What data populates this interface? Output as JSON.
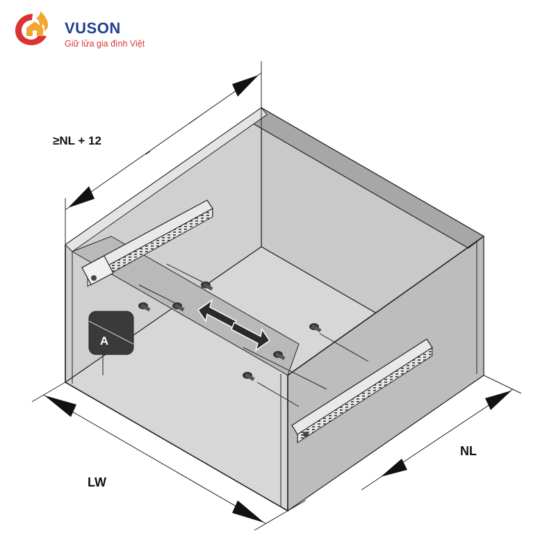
{
  "brand": {
    "name": "VUSON",
    "tagline": "Giữ lửa gia đình Việt",
    "colors": {
      "blue": "#1f3f8f",
      "red": "#d93434"
    },
    "logo_icon": "flame-house-icon"
  },
  "labels": {
    "depth": "≥NL + 12",
    "width": "LW",
    "length": "NL",
    "marker": "A"
  },
  "colors": {
    "cabinet_fill": "#cfcfcf",
    "cabinet_side": "#bdbdbd",
    "cabinet_top": "#a7a7a7",
    "outline": "#222222",
    "marker_bg": "#3a3a3a"
  }
}
